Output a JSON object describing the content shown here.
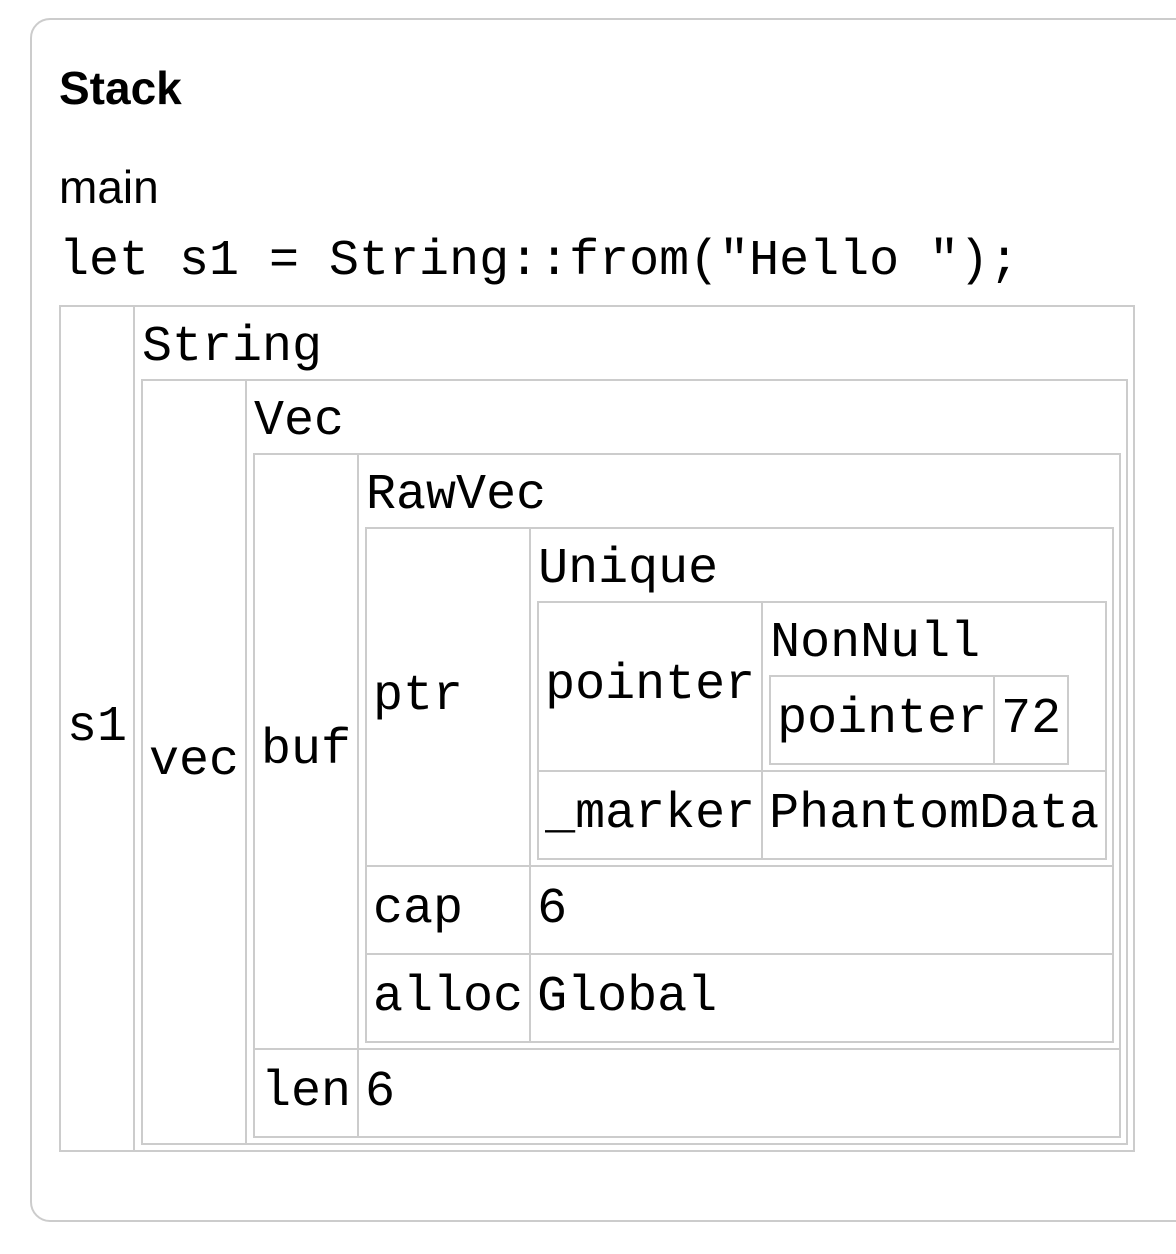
{
  "panel": {
    "title": "Stack"
  },
  "frame": {
    "function_name": "main",
    "code_line": "let s1 = String::from(\"Hello \");"
  },
  "colors": {
    "background": "#ffffff",
    "border": "#cccccc",
    "text": "#000000"
  },
  "memory": {
    "variable": "s1",
    "type": "String",
    "fields": [
      {
        "name": "vec",
        "type": "Vec",
        "fields": [
          {
            "name": "buf",
            "type": "RawVec",
            "fields": [
              {
                "name": "ptr",
                "type": "Unique",
                "fields": [
                  {
                    "name": "pointer",
                    "type": "NonNull",
                    "fields": [
                      {
                        "name": "pointer",
                        "value": "72"
                      }
                    ]
                  },
                  {
                    "name": "_marker",
                    "value": "PhantomData"
                  }
                ]
              },
              {
                "name": "cap",
                "value": "6"
              },
              {
                "name": "alloc",
                "value": "Global"
              }
            ]
          },
          {
            "name": "len",
            "value": "6"
          }
        ]
      }
    ]
  }
}
